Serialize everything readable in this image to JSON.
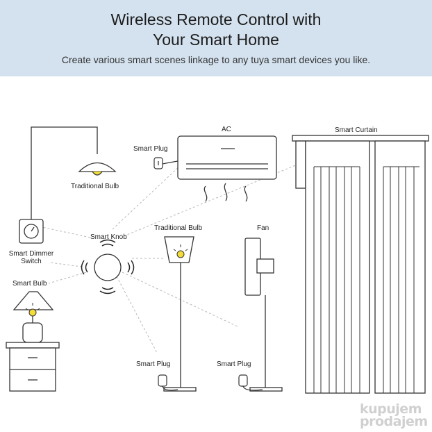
{
  "header": {
    "title_line1": "Wireless Remote Control with",
    "title_line2": "Your Smart Home",
    "subtitle": "Create various smart scenes linkage to any tuya smart devices you like."
  },
  "labels": {
    "ac": "AC",
    "smart_curtain": "Smart Curtain",
    "smart_plug_ac": "Smart Plug",
    "traditional_bulb_ceiling": "Traditional Bulb",
    "smart_knob": "Smart Knob",
    "traditional_bulb_lamp": "Traditional Bulb",
    "fan": "Fan",
    "smart_dimmer_line1": "Smart Dimmer",
    "smart_dimmer_line2": "Switch",
    "smart_bulb": "Smart Bulb",
    "smart_plug_lamp": "Smart Plug",
    "smart_plug_fan": "Smart Plug"
  },
  "watermark": {
    "line1": "kupujem",
    "line2": "prodajem"
  },
  "colors": {
    "header_bg": "#d4e2ef",
    "line": "#333333",
    "bulb_glow": "#f3dc3a",
    "dashed": "#b8b8b8"
  }
}
